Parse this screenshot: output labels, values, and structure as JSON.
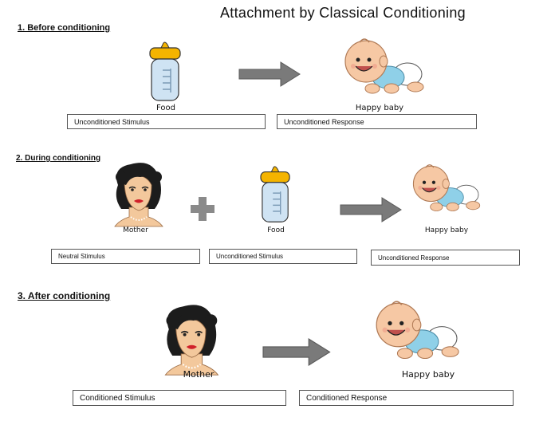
{
  "title": "Attachment by Classical Conditioning",
  "sections": [
    {
      "heading": "1.  Before conditioning",
      "captions": [
        "Food",
        "Happy baby"
      ],
      "boxes": [
        "Unconditioned Stimulus",
        "Unconditioned Response"
      ]
    },
    {
      "heading": "2.  During conditioning",
      "captions": [
        "Mother",
        "Food",
        "Happy baby"
      ],
      "boxes": [
        "Neutral Stimulus",
        "Unconditioned Stimulus",
        "Unconditioned Response"
      ]
    },
    {
      "heading": "3.  After conditioning",
      "captions": [
        "Mother",
        "Happy baby"
      ],
      "boxes": [
        "Conditioned Stimulus",
        "Conditioned Response"
      ]
    }
  ],
  "icons": {
    "bottle": "baby-bottle-icon",
    "baby": "baby-icon",
    "mother": "mother-icon",
    "arrow": "arrow-right-icon",
    "plus": "plus-icon"
  },
  "colors": {
    "arrow": "#7a7a7a",
    "bottle_cap": "#f4b400",
    "bottle_body": "#cfe3f3",
    "baby_skin": "#f6c8a4",
    "baby_shirt": "#8fd0e8",
    "mother_hair": "#1c1c1c",
    "mother_skin": "#f3c89c",
    "lips": "#d0202a"
  }
}
